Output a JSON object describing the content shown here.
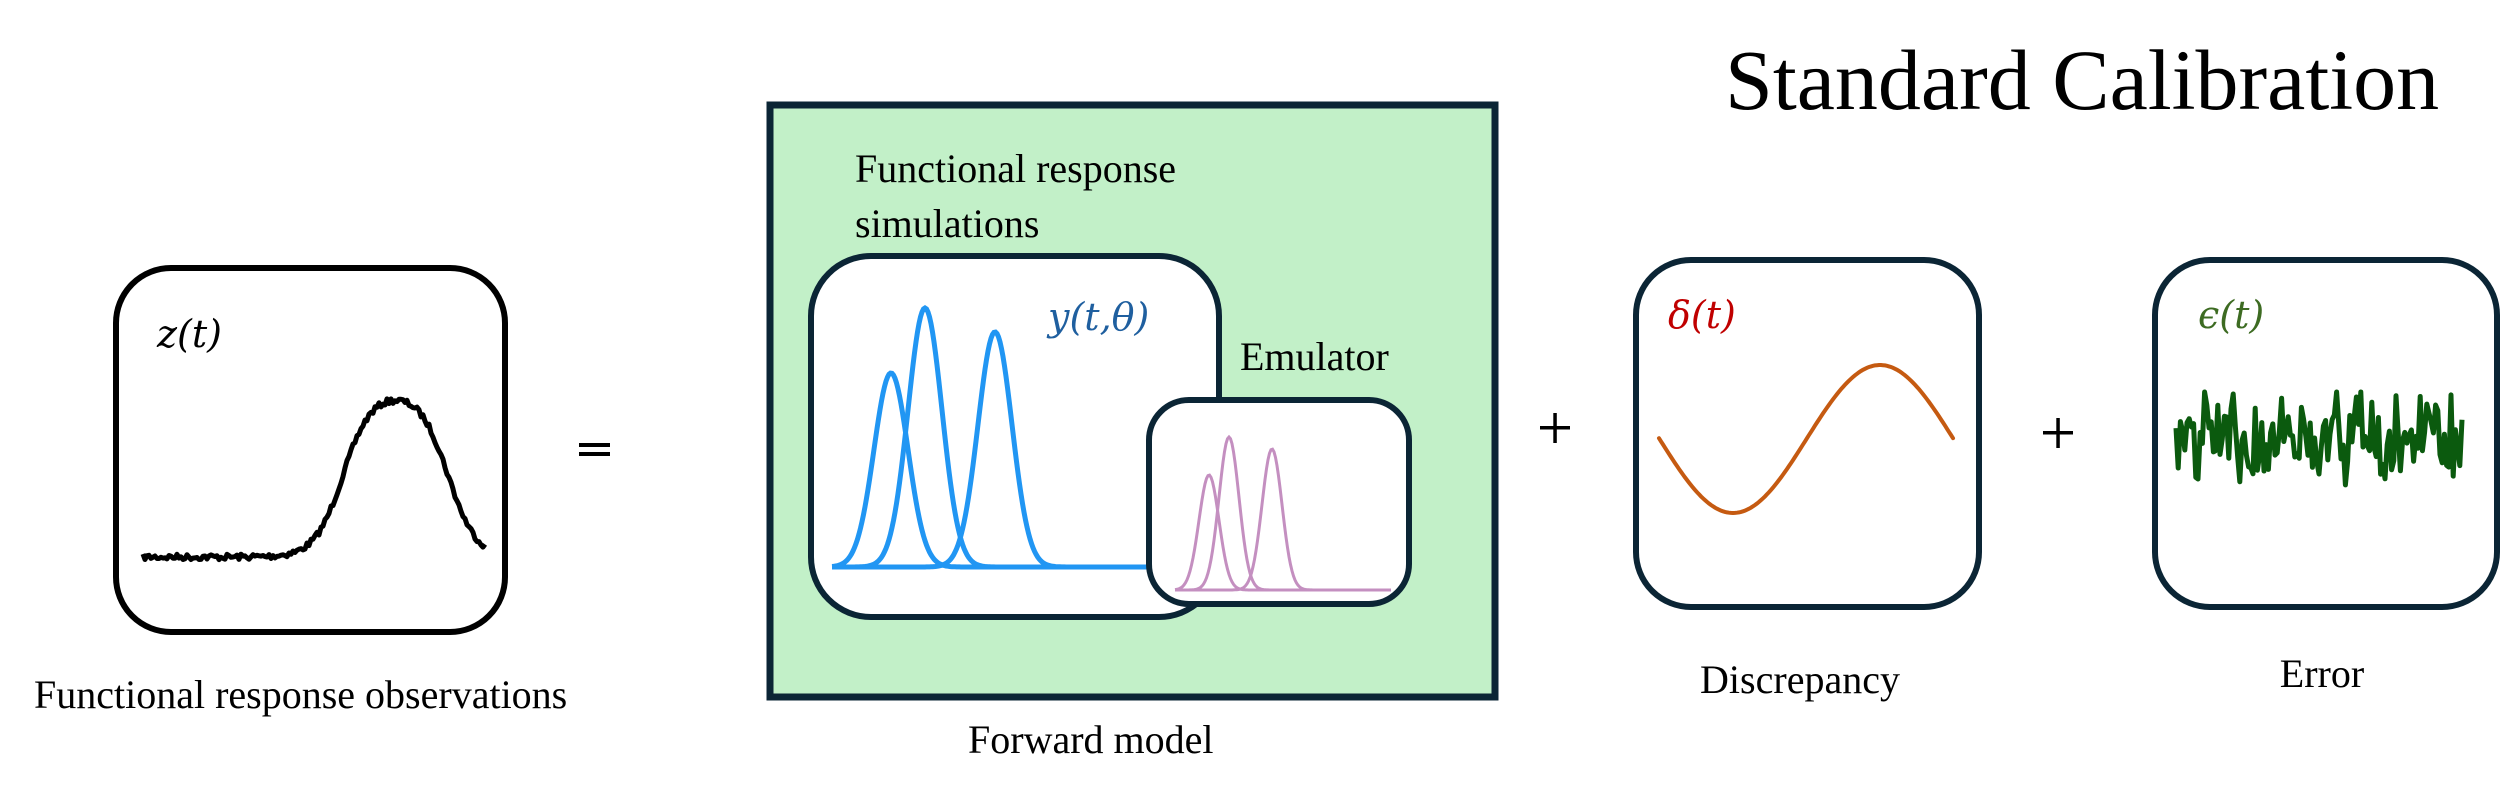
{
  "title": "Standard Calibration",
  "observations": {
    "math_label": "z(t)",
    "caption": "Functional response observations"
  },
  "equals_sign": "=",
  "forward_model": {
    "caption": "Forward model",
    "simulations_title_line1": "Functional response",
    "simulations_title_line2": "simulations",
    "simulations_math_label": "y(t,θ)",
    "emulator_label": "Emulator"
  },
  "plus_signs": [
    "+",
    "+"
  ],
  "discrepancy": {
    "math_label": "δ(t)",
    "caption": "Discrepancy"
  },
  "error": {
    "math_label": "ϵ(t)",
    "caption": "Error"
  },
  "colors": {
    "forward_model_fill": "#c2f0c8",
    "box_border_dark": "#0b2535",
    "observation_border": "#000000",
    "observation_curve": "#000000",
    "simulation_curves": "#2196f3",
    "simulation_label": "#1f5f9f",
    "emulator_curves": "#c48fc0",
    "discrepancy_label": "#c00000",
    "discrepancy_curve": "#c55a11",
    "error_label": "#3d6b22",
    "error_curve": "#0b5a0e"
  }
}
